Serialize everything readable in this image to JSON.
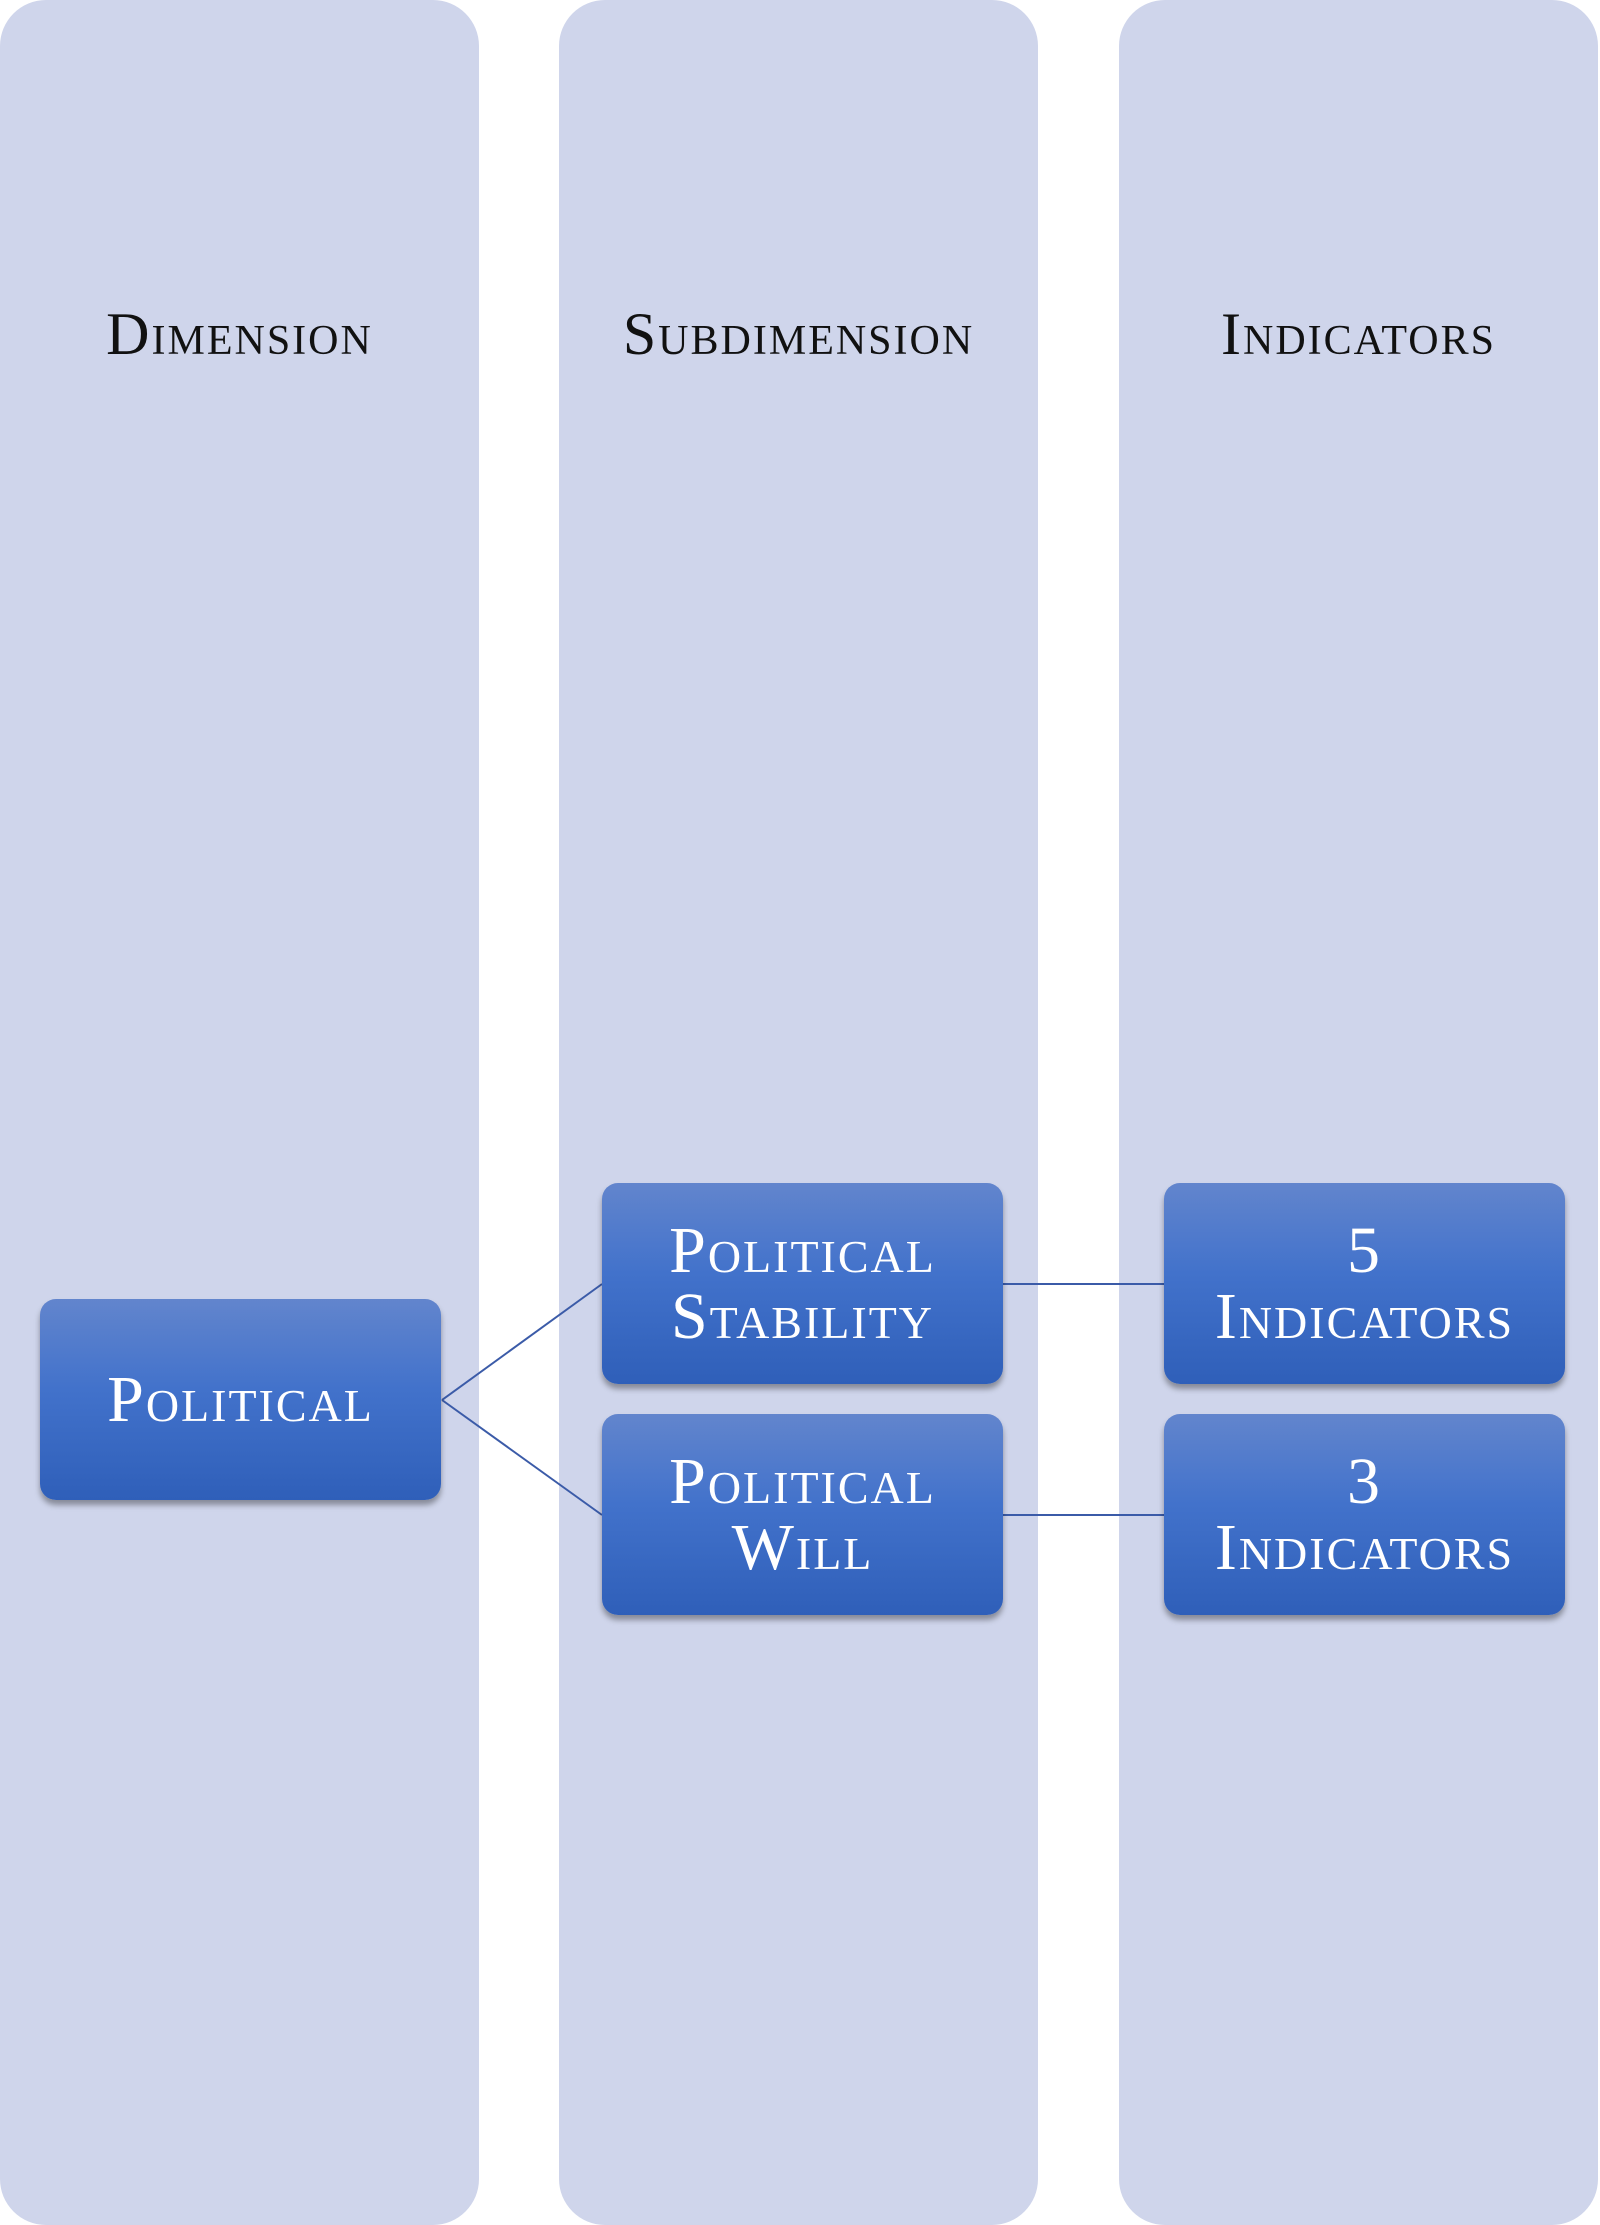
{
  "columns": [
    {
      "header": "Dimension"
    },
    {
      "header": "Subdimension"
    },
    {
      "header": "Indicators"
    }
  ],
  "dimension": {
    "label": "Political"
  },
  "subdimensions": [
    {
      "line1": "Political",
      "line2": "Stability"
    },
    {
      "line1": "Political",
      "line2": "Will"
    }
  ],
  "indicators": [
    {
      "line1": "5",
      "line2": "Indicators"
    },
    {
      "line1": "3",
      "line2": "Indicators"
    }
  ],
  "colors": {
    "column": "#cfd5eb",
    "box": "#4272cb",
    "connector": "#3b5ba8"
  }
}
